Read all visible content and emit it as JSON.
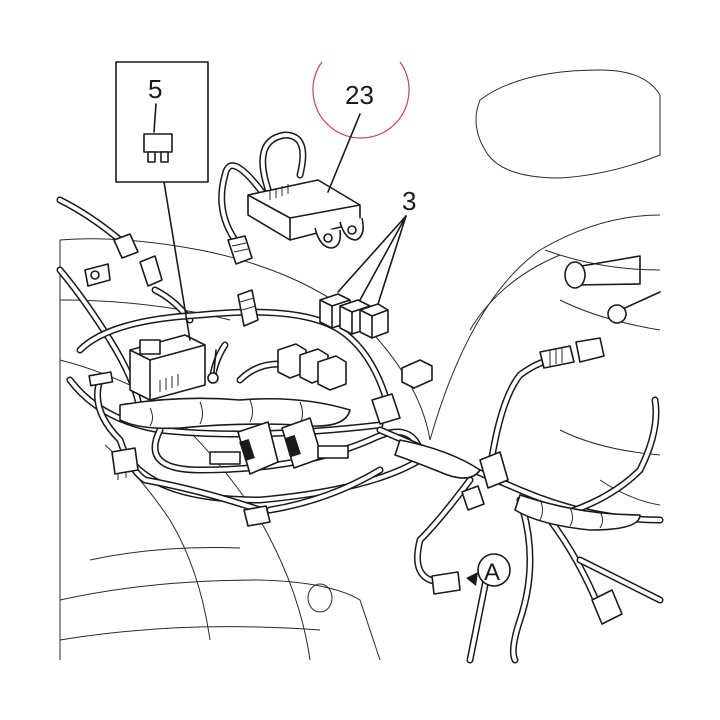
{
  "callouts": {
    "fuse": "5",
    "module": "23",
    "relays": "3",
    "view": "A"
  },
  "colors": {
    "line": "#1a1a1a",
    "background": "#ffffff",
    "highlight_circle": "#c8464f"
  },
  "icons": [
    "fuse-icon",
    "control-module-icon",
    "relay-icon",
    "connector-icon",
    "view-arrow-icon"
  ]
}
